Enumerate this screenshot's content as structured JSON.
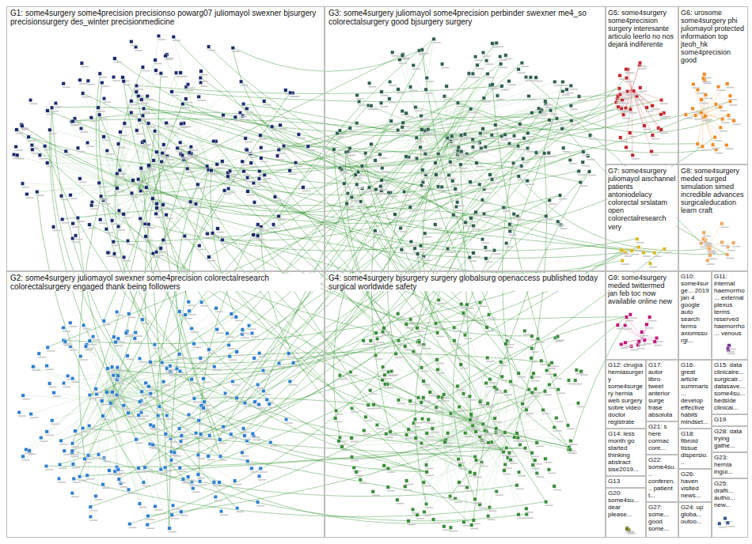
{
  "diagram": {
    "nodes": [
      {
        "text": [
          "G1: some4surgery some4precision precisionso powarg07 juliomayol swexner bjsurgery precisionsurgery des_winter precisionmedicine"
        ]
      },
      {
        "text": [
          "G3: some4surgery juliomayol some4precision perbinder swexner me4_so colorectalsurgery good bjsurgery surgery"
        ]
      },
      {
        "text": [
          "G5: some4surgery some4precision surgery interesante articulo leerlo no nos dejará indiferente"
        ]
      },
      {
        "text": [
          "G6: urosome some4surgery phi juliomayol protected information top jteoh_hk some4precision good"
        ]
      },
      {
        "text": [
          "G7: some4surgery juliomayol aischannel patients antoniodelacy colorectal srslatam open colorectalresearch very"
        ]
      },
      {
        "text": [
          "G8: some4surgery meded surged simulation simed incredible advances surgicaleducation learn craft"
        ]
      },
      {
        "text": [
          "G2: some4surgery juliomayol swexner some4precision colorectalresearch colorectalsurgery engaged thank being followers"
        ]
      },
      {
        "text": [
          "G4: some4surgery bjsurgery surgery globalsurg openaccess published today surgical worldwide safety"
        ]
      },
      {
        "text": [
          "G9: some4surgery meded twittermed jan feb toc now available online new"
        ]
      },
      {
        "text": [
          "G10: some4surge... 2019 jan 4 google auto search terms axiomssurgi..."
        ]
      },
      {
        "text": [
          "G11: internal haemorrho... external plexus terms reserved haemorrho... venous"
        ]
      },
      {
        "text": [
          "G12: cirugía herniasurgery some4surgery hernia web surgery sobre video doctor registrate"
        ]
      },
      {
        "text": [
          "G17: autor libro tweet anterior surge frase absoluta"
        ]
      },
      {
        "text": [
          "G16: great article summaris... develop effective habits mindset..."
        ]
      },
      {
        "text": [
          "G15: data clinicalre... surgicalr... datasave... some4su... bedside clinical..."
        ]
      },
      {
        "text": [
          "G21: s here cormac core..."
        ]
      },
      {
        "text": [
          "G18: fibroid tissue dispersio..."
        ]
      },
      {
        "text": [
          "G19"
        ]
      },
      {
        "text": [
          "G14: less month go started thinking abstract sise2019..."
        ]
      },
      {
        "text": [
          "G22: some4su... conferen... patient t..."
        ]
      },
      {
        "text": [
          "G26: haven visited news..."
        ]
      },
      {
        "text": [
          "G28: data trying gathe..."
        ]
      },
      {
        "text": [
          "G23: hernia ingui..."
        ]
      },
      {
        "text": [
          "G13"
        ]
      },
      {
        "text": [
          "G27: some... good some..."
        ]
      },
      {
        "text": [
          "G24: up globa... outoo..."
        ]
      },
      {
        "text": [
          "G25: drafti... autho... new..."
        ]
      },
      {
        "text": [
          "G20: some4su... dear please..."
        ]
      }
    ]
  }
}
